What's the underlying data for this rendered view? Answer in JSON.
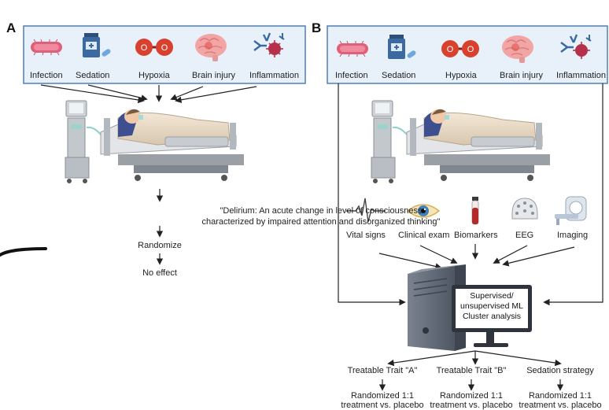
{
  "panel_a": {
    "letter": "A",
    "factors": [
      {
        "label": "Infection",
        "icon": "bacteria-icon"
      },
      {
        "label": "Sedation",
        "icon": "medication-icon"
      },
      {
        "label": "Hypoxia",
        "icon": "oxygen-molecule-icon"
      },
      {
        "label": "Brain injury",
        "icon": "brain-icon"
      },
      {
        "label": "Inflammation",
        "icon": "immune-cells-icon"
      }
    ],
    "definition_lines": [
      "\"Delirium: An acute change in level of consciousness",
      "characterized by impaired attention and disorganized thinking\""
    ],
    "steps": [
      "Randomize",
      "No effect"
    ]
  },
  "panel_b": {
    "letter": "B",
    "factors": [
      {
        "label": "Infection",
        "icon": "bacteria-icon"
      },
      {
        "label": "Sedation",
        "icon": "medication-icon"
      },
      {
        "label": "Hypoxia",
        "icon": "oxygen-molecule-icon"
      },
      {
        "label": "Brain injury",
        "icon": "brain-icon"
      },
      {
        "label": "Inflammation",
        "icon": "immune-cells-icon"
      }
    ],
    "measurements": [
      {
        "label": "Vital signs",
        "icon": "ecg-waveform-icon"
      },
      {
        "label": "Clinical exam",
        "icon": "eye-icon"
      },
      {
        "label": "Biomarkers",
        "icon": "blood-tube-icon"
      },
      {
        "label": "EEG",
        "icon": "eeg-cap-icon"
      },
      {
        "label": "Imaging",
        "icon": "mri-scanner-icon"
      }
    ],
    "analysis_lines": [
      "Supervised/",
      "unsupervised ML",
      "Cluster analysis"
    ],
    "outcomes": [
      {
        "label": "Treatable Trait \"A\"",
        "result_lines": [
          "Randomized 1:1",
          "treatment vs. placebo"
        ]
      },
      {
        "label": "Treatable Trait \"B\"",
        "result_lines": [
          "Randomized 1:1",
          "treatment vs. placebo"
        ]
      },
      {
        "label": "Sedation strategy",
        "result_lines": [
          "Randomized 1:1",
          "treatment vs. placebo"
        ]
      }
    ]
  },
  "colors": {
    "box_fill": "#e8f1fa",
    "box_border": "#4d7fb8",
    "arrow": "#222222",
    "bacteria": "#e0607a",
    "oxygen": "#d9412f",
    "brain": "#f2a5a5",
    "bed_frame": "#9aa0a6",
    "patient_gown": "#3d4f8f",
    "computer": "#5a6270"
  }
}
